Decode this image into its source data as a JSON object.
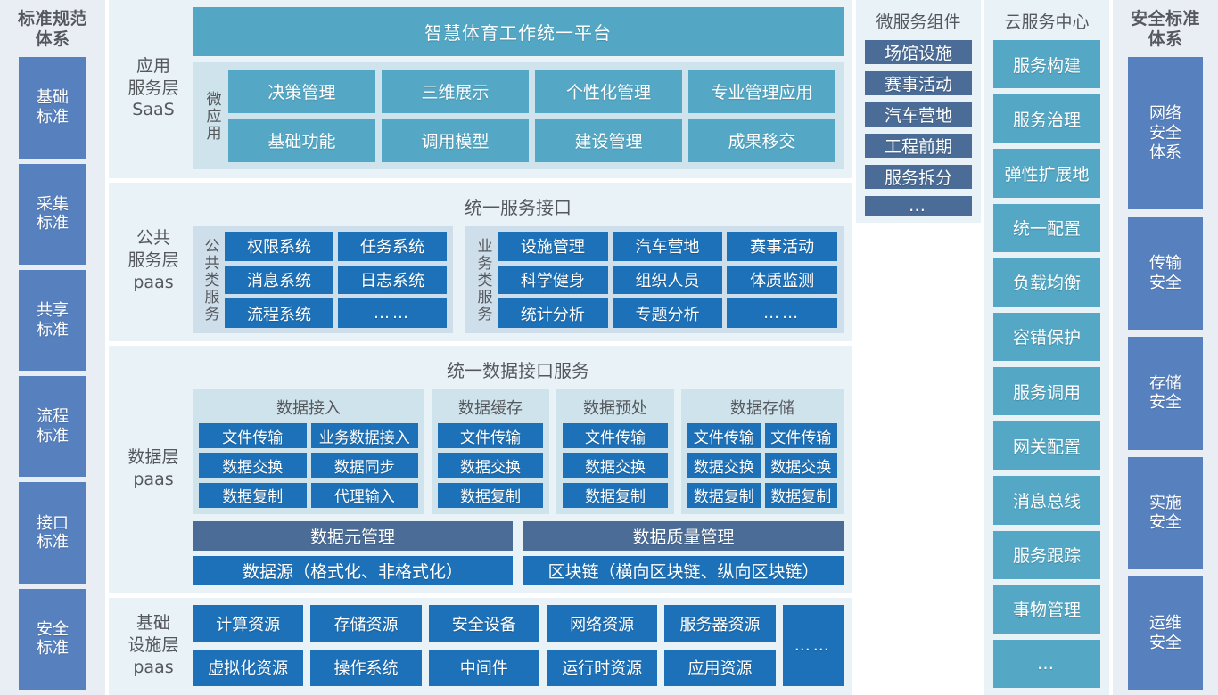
{
  "left_standards": {
    "title": "标准规范\n体系",
    "title_line1": "标准规范",
    "title_line2": "体系",
    "items": [
      {
        "label": "基础\n标准",
        "l1": "基础",
        "l2": "标准"
      },
      {
        "label": "采集\n标准",
        "l1": "采集",
        "l2": "标准"
      },
      {
        "label": "共享\n标准",
        "l1": "共享",
        "l2": "标准"
      },
      {
        "label": "流程\n标准",
        "l1": "流程",
        "l2": "标准"
      },
      {
        "label": "接口\n标准",
        "l1": "接口",
        "l2": "标准"
      },
      {
        "label": "安全\n标准",
        "l1": "安全",
        "l2": "标准"
      }
    ]
  },
  "right_standards": {
    "title_line1": "安全标准",
    "title_line2": "体系",
    "items": [
      {
        "l1": "网络",
        "l2": "安全",
        "l3": "体系"
      },
      {
        "l1": "传输",
        "l2": "安全",
        "l3": ""
      },
      {
        "l1": "存储",
        "l2": "安全",
        "l3": ""
      },
      {
        "l1": "实施",
        "l2": "安全",
        "l3": ""
      },
      {
        "l1": "运维",
        "l2": "安全",
        "l3": ""
      }
    ]
  },
  "app_layer": {
    "label_l1": "应用",
    "label_l2": "服务层",
    "label_l3": "SaaS",
    "platform_title": "智慧体育工作统一平台",
    "group_label": "微应用",
    "tiles": [
      "决策管理",
      "三维展示",
      "个性化管理",
      "专业管理应用",
      "基础功能",
      "调用模型",
      "建设管理",
      "成果移交"
    ]
  },
  "public_layer": {
    "label_l1": "公共",
    "label_l2": "服务层",
    "label_l3": "paas",
    "section_title": "统一服务接口",
    "group1": {
      "vlabel": "公共类服务",
      "tiles": [
        "权限系统",
        "任务系统",
        "消息系统",
        "日志系统",
        "流程系统",
        "……"
      ]
    },
    "group2": {
      "vlabel": "业务类服务",
      "tiles": [
        "设施管理",
        "汽车营地",
        "赛事活动",
        "科学健身",
        "组织人员",
        "体质监测",
        "统计分析",
        "专题分析",
        "……"
      ]
    }
  },
  "data_layer": {
    "label_l1": "数据层",
    "label_l2": "paas",
    "section_title": "统一数据接口服务",
    "groups": [
      {
        "title": "数据接入",
        "cols": 2,
        "tiles": [
          "文件传输",
          "业务数据接入",
          "数据交换",
          "数据同步",
          "数据复制",
          "代理输入"
        ]
      },
      {
        "title": "数据缓存",
        "cols": 1,
        "tiles": [
          "文件传输",
          "数据交换",
          "数据复制"
        ]
      },
      {
        "title": "数据预处",
        "cols": 1,
        "tiles": [
          "文件传输",
          "数据交换",
          "数据复制"
        ]
      },
      {
        "title": "数据存储",
        "cols": 2,
        "tiles": [
          "文件传输",
          "文件传输",
          "数据交换",
          "数据交换",
          "数据复制",
          "数据复制"
        ]
      }
    ],
    "bottom_left": {
      "top": "数据元管理",
      "bottom": "数据源（格式化、非格式化）"
    },
    "bottom_right": {
      "top": "数据质量管理",
      "bottom": "区块链（横向区块链、纵向区块链）"
    }
  },
  "infra_layer": {
    "label_l1": "基础",
    "label_l2": "设施层",
    "label_l3": "paas",
    "columns": [
      {
        "top": "计算资源",
        "bottom": "虚拟化资源"
      },
      {
        "top": "存储资源",
        "bottom": "操作系统"
      },
      {
        "top": "安全设备",
        "bottom": "中间件"
      },
      {
        "top": "网络资源",
        "bottom": "运行时资源"
      },
      {
        "top": "服务器资源",
        "bottom": "应用资源"
      }
    ],
    "more": "……"
  },
  "micro_services": {
    "title": "微服务组件",
    "items": [
      "场馆设施",
      "赛事活动",
      "汽车营地",
      "工程前期",
      "服务拆分",
      "…"
    ]
  },
  "cloud_center": {
    "title": "云服务中心",
    "items": [
      "服务构建",
      "服务治理",
      "弹性扩展地",
      "统一配置",
      "负载均衡",
      "容错保护",
      "服务调用",
      "网关配置",
      "消息总线",
      "服务跟踪",
      "事物管理",
      "…"
    ]
  },
  "colors": {
    "teal": "#54a8c5",
    "blue": "#1d71b8",
    "slate": "#4a6c96",
    "standard_blue": "#5781be",
    "panel_bg": "#e8f2f7",
    "group_bg_light": "#cfe3ec",
    "group_bg_blue": "#cfdeeb",
    "side_bg": "#e9eef5",
    "text_grey": "#55585c"
  }
}
